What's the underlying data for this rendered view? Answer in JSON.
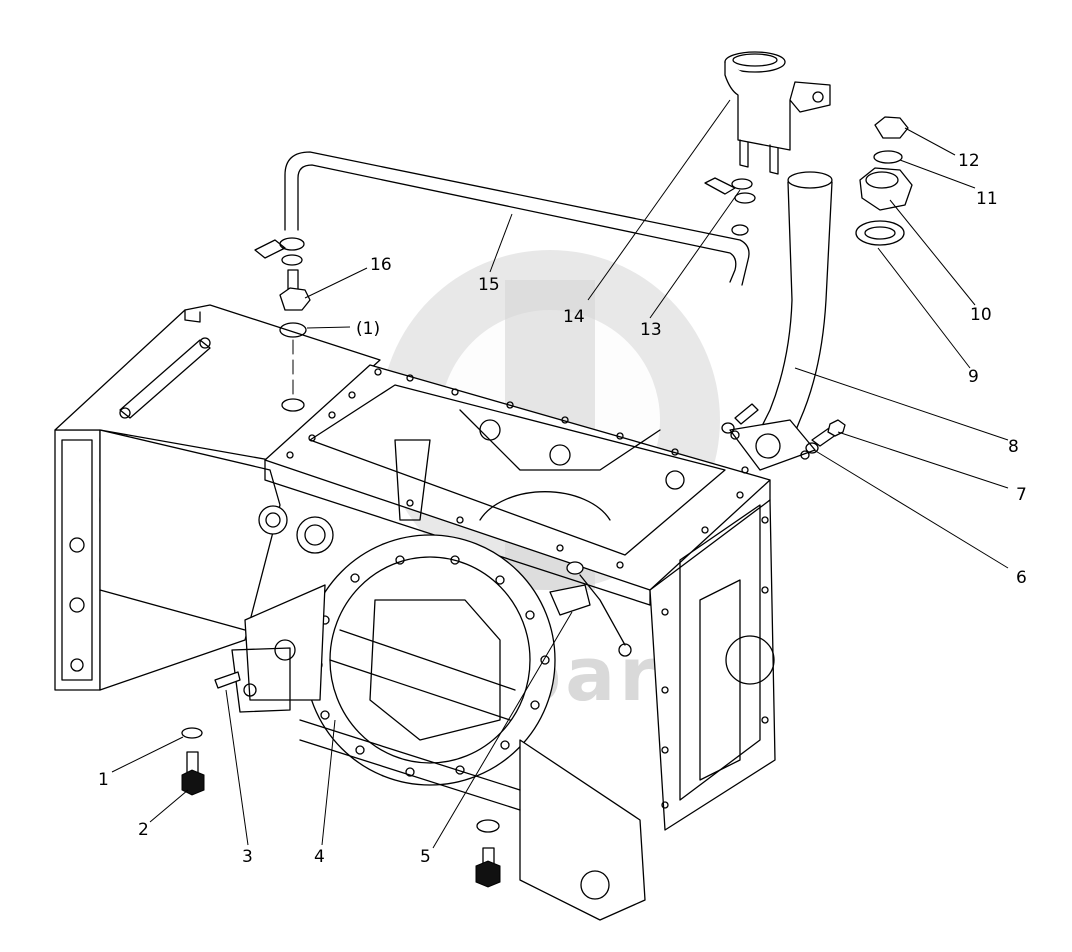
{
  "watermark": {
    "text": "datsparts",
    "color": "#d6d6d6"
  },
  "callouts": [
    {
      "label": "1"
    },
    {
      "label": "2"
    },
    {
      "label": "3"
    },
    {
      "label": "4"
    },
    {
      "label": "5"
    },
    {
      "label": "6"
    },
    {
      "label": "7"
    },
    {
      "label": "8"
    },
    {
      "label": "9"
    },
    {
      "label": "10"
    },
    {
      "label": "11"
    },
    {
      "label": "12"
    },
    {
      "label": "13"
    },
    {
      "label": "14"
    },
    {
      "label": "15"
    },
    {
      "label": "16"
    },
    {
      "label": "(1)"
    }
  ]
}
